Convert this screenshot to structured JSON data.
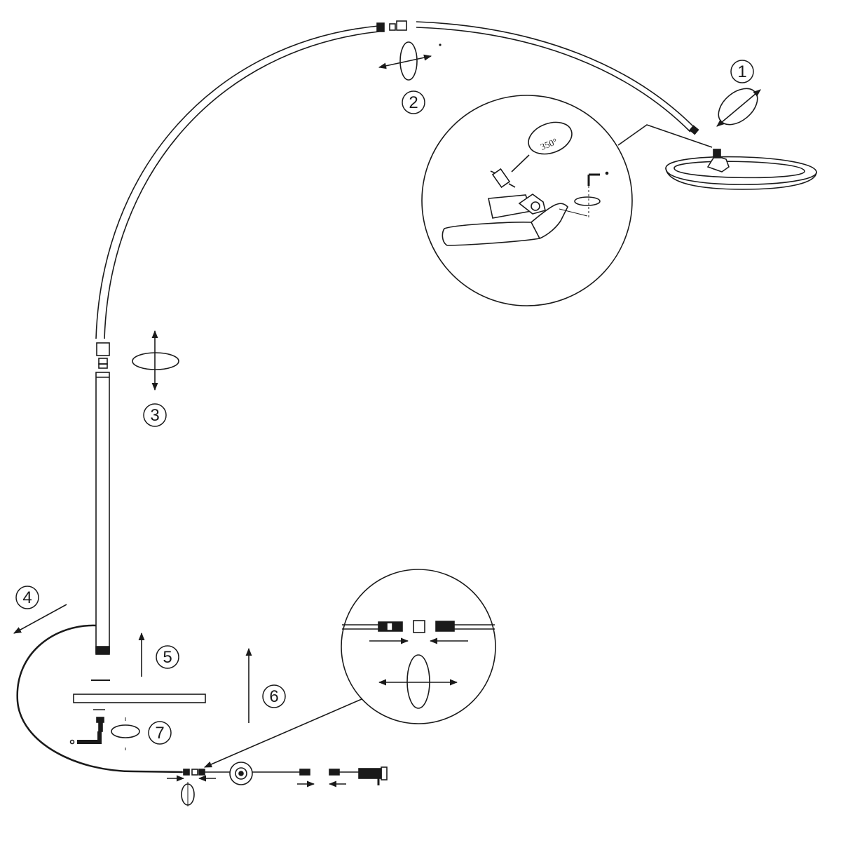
{
  "steps": [
    {
      "number": "1"
    },
    {
      "number": "2"
    },
    {
      "number": "3"
    },
    {
      "number": "4"
    },
    {
      "number": "5"
    },
    {
      "number": "6"
    },
    {
      "number": "7"
    }
  ],
  "detail_head": {
    "rotation_label": "350°"
  },
  "colors": {
    "line": "#1a1a1a",
    "part_fill": "#2a2a2a",
    "background": "#ffffff"
  },
  "icons": [
    "rotate-arrow-icon",
    "push-arrow-icon",
    "allen-key-icon",
    "screw-icon",
    "power-adapter-icon",
    "foot-switch-icon"
  ]
}
